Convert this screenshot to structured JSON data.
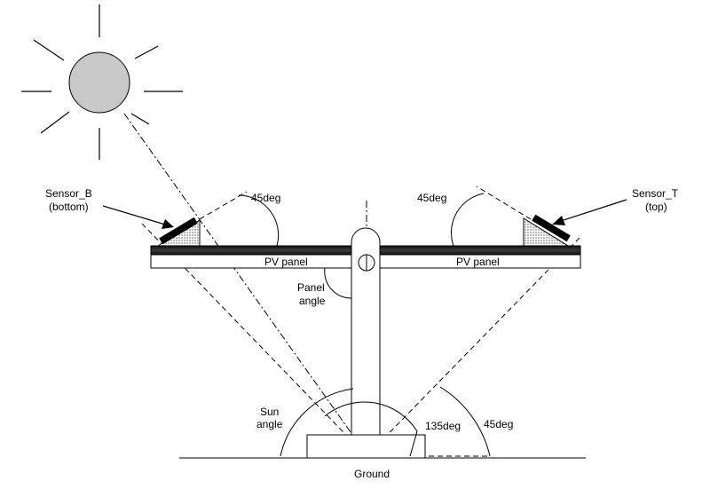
{
  "labels": {
    "sensor_b_name": "Sensor_B",
    "sensor_b_pos": "(bottom)",
    "sensor_t_name": "Sensor_T",
    "sensor_t_pos": "(top)",
    "angle_left": "45deg",
    "angle_right": "45deg",
    "pv_left": "PV panel",
    "pv_right": "PV panel",
    "panel_angle_1": "Panel",
    "panel_angle_2": "angle",
    "sun_angle_1": "Sun",
    "sun_angle_2": "angle",
    "angle_135": "135deg",
    "angle_ground": "45deg",
    "ground": "Ground"
  }
}
